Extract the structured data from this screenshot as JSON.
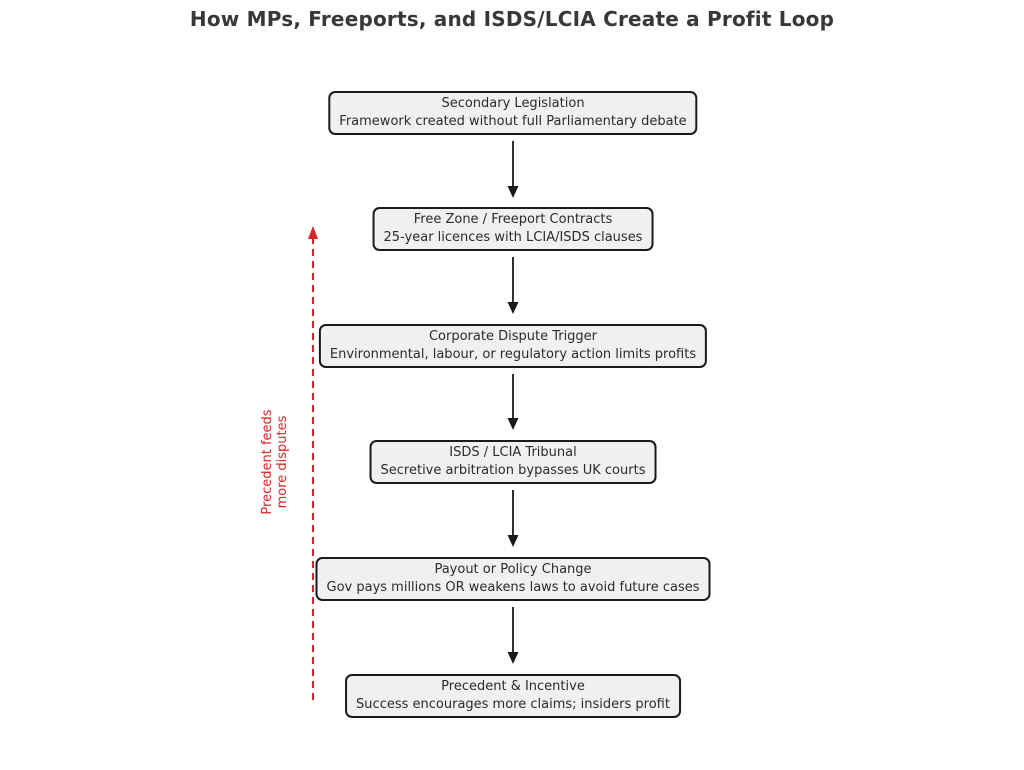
{
  "title": "How MPs, Freeports, and ISDS/LCIA Create a Profit Loop",
  "flow": {
    "nodes": [
      {
        "title": "Secondary Legislation",
        "subtitle": "Framework created without full Parliamentary debate"
      },
      {
        "title": "Free Zone / Freeport Contracts",
        "subtitle": "25-year licences with LCIA/ISDS clauses"
      },
      {
        "title": "Corporate Dispute Trigger",
        "subtitle": "Environmental, labour, or regulatory action limits profits"
      },
      {
        "title": "ISDS / LCIA Tribunal",
        "subtitle": "Secretive arbitration bypasses UK courts"
      },
      {
        "title": "Payout or Policy Change",
        "subtitle": "Gov pays millions OR weakens laws to avoid future cases"
      },
      {
        "title": "Precedent & Incentive",
        "subtitle": "Success encourages more claims; insiders profit"
      }
    ],
    "feedback_label": {
      "line1": "Precedent feeds",
      "line2": "more disputes"
    }
  },
  "colors": {
    "background": "#ffffff",
    "box_fill": "#f0f0f0",
    "box_border": "#1a1a1a",
    "arrow": "#1a1a1a",
    "feedback_red": "#d62728",
    "title_text": "#383838",
    "box_text": "#2b2b2b"
  }
}
